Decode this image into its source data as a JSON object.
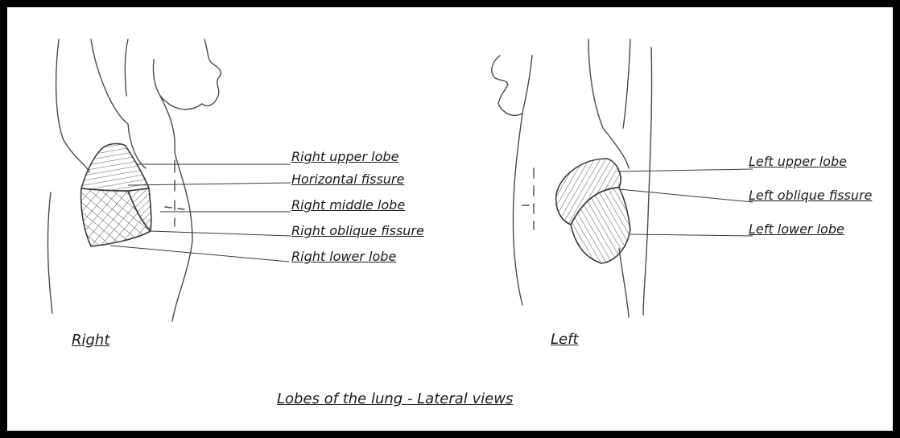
{
  "diagram": {
    "caption": "Lobes of the lung - Lateral views",
    "views": {
      "right": {
        "title": "Right",
        "labels": [
          "Right upper lobe",
          "Horizontal fissure",
          "Right middle lobe",
          "Right oblique fissure",
          "Right lower lobe"
        ]
      },
      "left": {
        "title": "Left",
        "labels": [
          "Left upper lobe",
          "Left oblique fissure",
          "Left lower lobe"
        ]
      }
    }
  },
  "colors": {
    "frame": "#000000",
    "sketch": "#4a4a4a",
    "text": "#1a1a1a"
  }
}
